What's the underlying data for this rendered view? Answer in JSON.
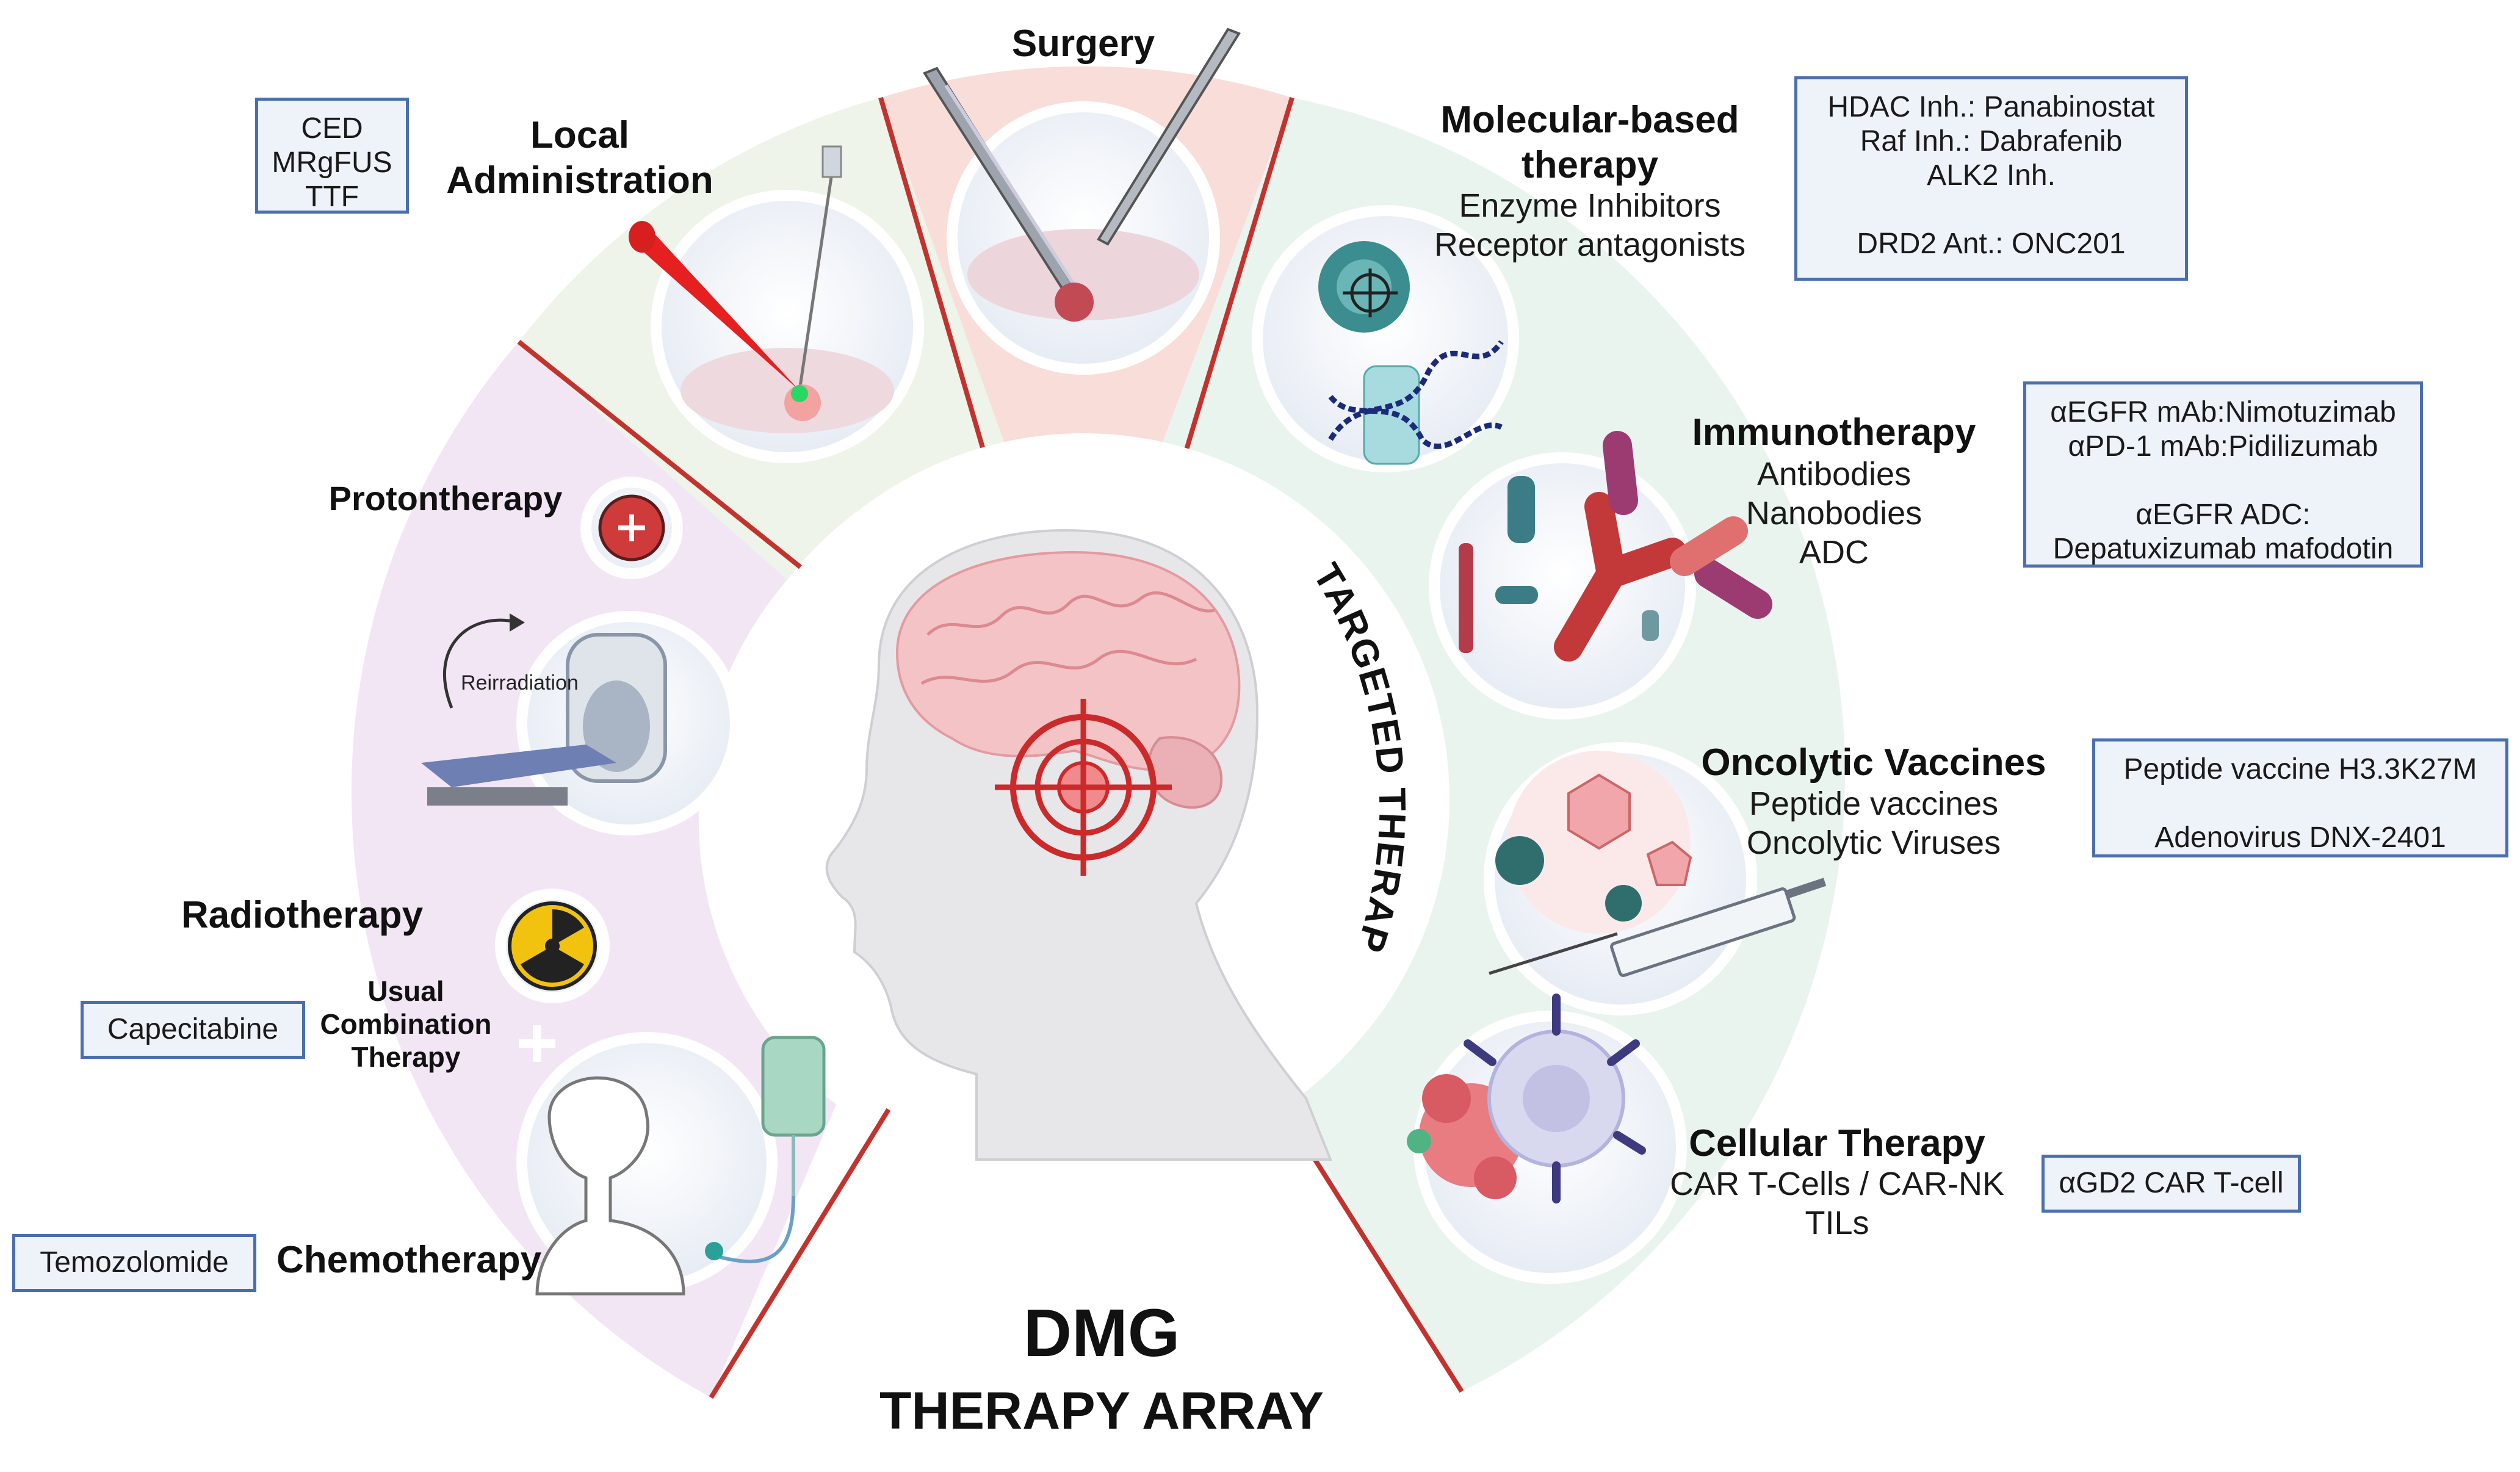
{
  "title": {
    "main": "DMG",
    "sub": "THERAPY ARRAY"
  },
  "arc_label": "TARGETED THERAPIES",
  "colors": {
    "local": "#edf3e8",
    "surgery": "#f7dcd8",
    "targeted": "#e9f3ee",
    "conventional": "#f0e4f3",
    "target_red": "#cc2a2a",
    "box_border": "#4b6fae",
    "box_fill": "#eef2f9"
  },
  "sections": {
    "surgery": {
      "title": "Surgery"
    },
    "local": {
      "title": [
        "Local",
        "Administration"
      ],
      "box": [
        "CED",
        "MRgFUS",
        "TTF"
      ]
    },
    "molecular": {
      "title": [
        "Molecular-based",
        "therapy"
      ],
      "items": [
        "Enzyme Inhibitors",
        "Receptor antagonists"
      ],
      "box": [
        "HDAC Inh.: Panabinostat",
        "Raf Inh.: Dabrafenib",
        "ALK2 Inh.",
        "",
        "DRD2 Ant.: ONC201"
      ]
    },
    "immuno": {
      "title": "Immunotherapy",
      "items": [
        "Antibodies",
        "Nanobodies",
        "ADC"
      ],
      "box": [
        "αEGFR mAb:Nimotuzimab",
        "αPD-1 mAb:Pidilizumab",
        "",
        "αEGFR ADC:",
        "Depatuxizumab mafodotin"
      ]
    },
    "oncolytic": {
      "title": "Oncolytic Vaccines",
      "items": [
        "Peptide vaccines",
        "Oncolytic Viruses"
      ],
      "box": [
        "Peptide vaccine H3.3K27M",
        "",
        "Adenovirus DNX-2401"
      ]
    },
    "cellular": {
      "title": "Cellular Therapy",
      "items": [
        "CAR T-Cells / CAR-NK",
        "TILs"
      ],
      "box": [
        "αGD2 CAR T-cell"
      ]
    },
    "proton": {
      "title": "Protontherapy",
      "reirradiation": "Reirradiation"
    },
    "radio": {
      "title": "Radiotherapy"
    },
    "combo": {
      "title": [
        "Usual",
        "Combination",
        "Therapy"
      ],
      "box": [
        "Capecitabine"
      ]
    },
    "chemo": {
      "title": "Chemotherapy",
      "box": [
        "Temozolomide"
      ]
    }
  },
  "icons": [
    "surgical-instruments-icon",
    "focused-ultrasound-icon",
    "enzyme-inhibitor-icon",
    "antibody-icon",
    "virus-syringe-icon",
    "car-t-cell-icon",
    "proton-plus-icon",
    "mri-scanner-icon",
    "radiation-icon",
    "iv-drip-child-icon",
    "child-head-brain-icon",
    "crosshair-target-icon"
  ]
}
